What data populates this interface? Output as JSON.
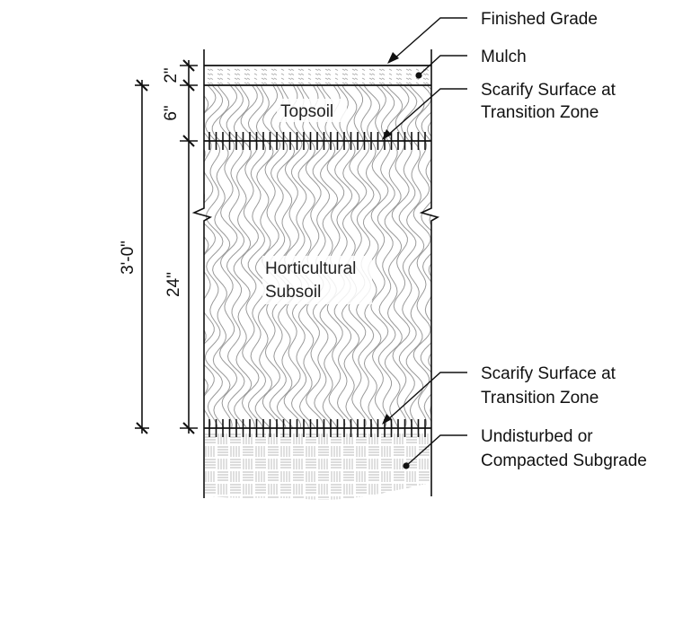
{
  "layers": {
    "topsoil": "Topsoil",
    "subsoil_line1": "Horticultural",
    "subsoil_line2": "Subsoil"
  },
  "callouts": {
    "finished_grade": "Finished Grade",
    "mulch": "Mulch",
    "scarify_top_line1": "Scarify Surface at",
    "scarify_top_line2": "Transition Zone",
    "scarify_bottom_line1": "Scarify Surface at",
    "scarify_bottom_line2": "Transition Zone",
    "subgrade_line1": "Undisturbed or",
    "subgrade_line2": "Compacted Subgrade"
  },
  "dimensions": {
    "mulch": "2\"",
    "topsoil": "6\"",
    "subsoil": "24\"",
    "total": "3'-0\""
  }
}
